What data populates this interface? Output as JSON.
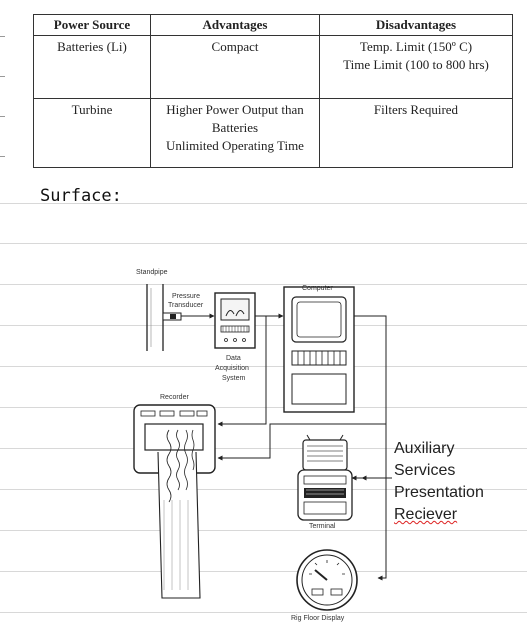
{
  "table": {
    "headers": [
      "Power Source",
      "Advantages",
      "Disadvantages"
    ],
    "rows": [
      {
        "source": "Batteries (Li)",
        "advantages": [
          "Compact"
        ],
        "disadvantages": [
          "Temp. Limit (150º C)",
          "Time Limit (100 to 800 hrs)"
        ]
      },
      {
        "source": "Turbine",
        "advantages": [
          "Higher Power Output than",
          "Batteries",
          "Unlimited Operating Time"
        ],
        "disadvantages": [
          "Filters Required"
        ]
      }
    ]
  },
  "section_heading": "Surface:",
  "diagram": {
    "labels": {
      "standpipe": "Standpipe",
      "pressure_transducer_1": "Pressure",
      "pressure_transducer_2": "Transducer",
      "computer": "Computer",
      "das_1": "Data",
      "das_2": "Acquisition",
      "das_3": "System",
      "recorder": "Recorder",
      "terminal": "Terminal",
      "rig_floor_display": "Rig Floor Display"
    },
    "auxiliary": [
      "Auxiliary",
      "Services",
      "Presentation",
      "Reciever"
    ]
  }
}
